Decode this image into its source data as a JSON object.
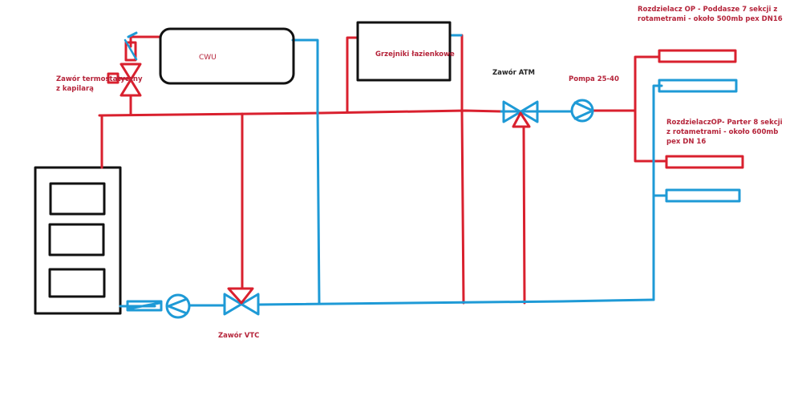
{
  "colors": {
    "supply": "#d9202e",
    "return": "#1e9ad6",
    "outline": "#111111",
    "label_red": "#b5243a",
    "label_black": "#222222"
  },
  "labels": {
    "cwu": "CWU",
    "bathroom_radiators": "Grzejniki łazienkowe",
    "thermostatic_valve_line1": "Zawór termostatyczny",
    "thermostatic_valve_line2": "z kapilarą",
    "atm_valve": "Zawór ATM",
    "pump": "Pompa 25-40",
    "vtc_valve": "Zawór VTC",
    "manifold_attic_line1": "Rozdzielacz OP - Poddasze 7 sekcji z",
    "manifold_attic_line2": "rotametrami - około 500mb pex DN16",
    "manifold_ground_line1": "RozdzielaczOP- Parter 8 sekcji",
    "manifold_ground_line2": "z rotametrami - około 600mb",
    "manifold_ground_line3": "pex DN 16"
  }
}
